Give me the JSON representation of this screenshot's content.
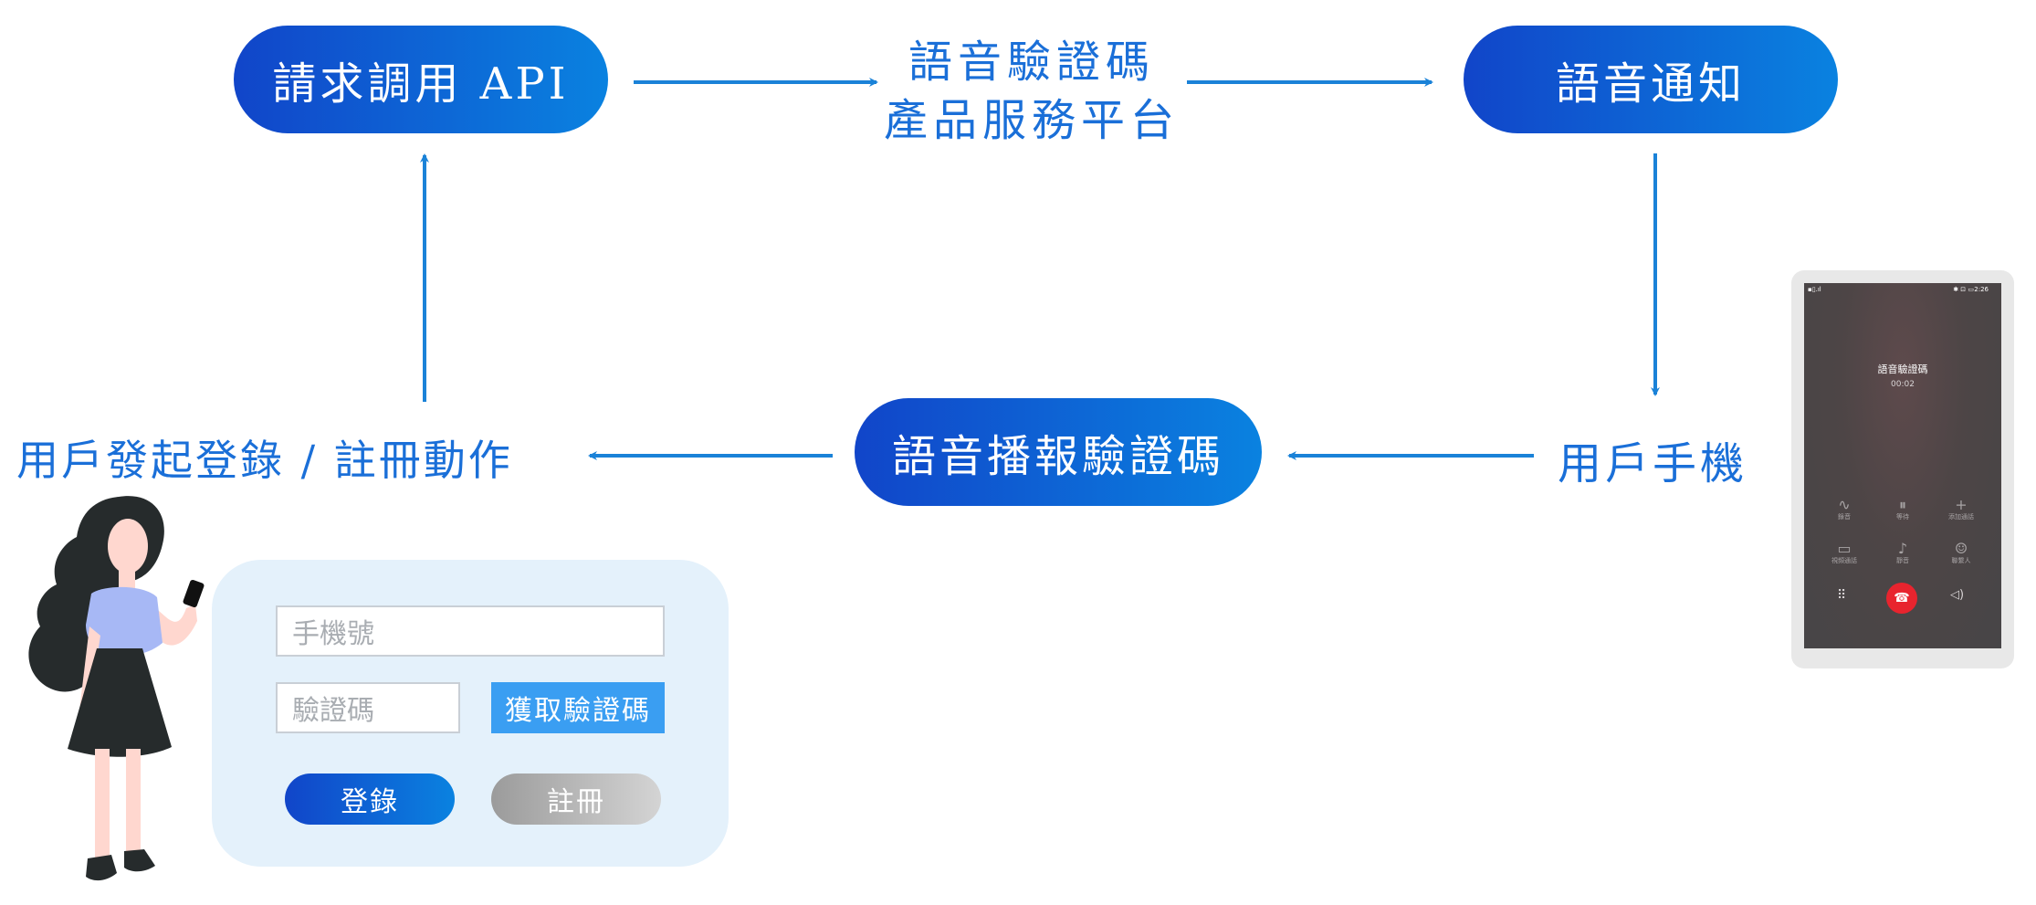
{
  "nodes": {
    "request_api": "請求調用 API",
    "platform_line1": "語音驗證碼",
    "platform_line2": "產品服務平台",
    "voice_notify": "語音通知",
    "user_phone": "用戶手機",
    "voice_broadcast": "語音播報驗證碼",
    "user_action": "用戶發起登錄 / 註冊動作"
  },
  "form": {
    "phone_placeholder": "手機號",
    "code_placeholder": "驗證碼",
    "get_code_label": "獲取驗證碼",
    "login_label": "登錄",
    "register_label": "註冊"
  },
  "phone_screen": {
    "caller": "語音驗證碼",
    "timer": "00:02",
    "status_time": "2:26",
    "controls": [
      {
        "icon": "waveform-icon",
        "label": "錄音"
      },
      {
        "icon": "pause-icon",
        "label": "等待"
      },
      {
        "icon": "plus-icon",
        "label": "添加通話"
      },
      {
        "icon": "video-icon",
        "label": "視頻通話"
      },
      {
        "icon": "mic-icon",
        "label": "靜音"
      },
      {
        "icon": "contact-icon",
        "label": "聯繫人"
      }
    ]
  },
  "colors": {
    "accent": "#1a6fd8",
    "pill_start": "#1145c9",
    "pill_end": "#0a82e0",
    "form_bg": "#e4f1fb",
    "get_code_btn": "#3a9ef2",
    "hangup": "#e8242e"
  }
}
